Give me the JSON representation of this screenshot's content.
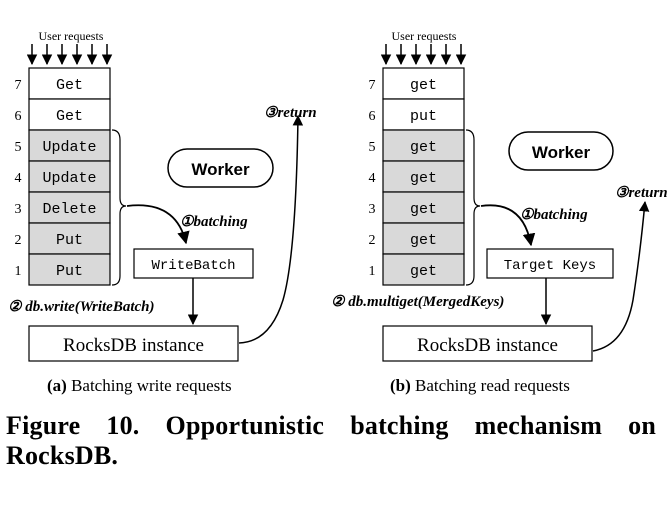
{
  "panel_a": {
    "user_requests": "User requests",
    "rows": [
      {
        "index": "7",
        "label": "Get"
      },
      {
        "index": "6",
        "label": "Get"
      },
      {
        "index": "5",
        "label": "Update"
      },
      {
        "index": "4",
        "label": "Update"
      },
      {
        "index": "3",
        "label": "Delete"
      },
      {
        "index": "2",
        "label": "Put"
      },
      {
        "index": "1",
        "label": "Put"
      }
    ],
    "worker": "Worker",
    "batching": "①batching",
    "batch_box": "WriteBatch",
    "call": "② db.write(WriteBatch)",
    "ret": "③return",
    "db": "RocksDB instance",
    "caption_tag": "(a)",
    "caption_text": "Batching write requests"
  },
  "panel_b": {
    "user_requests": "User requests",
    "rows": [
      {
        "index": "7",
        "label": "get"
      },
      {
        "index": "6",
        "label": "put"
      },
      {
        "index": "5",
        "label": "get"
      },
      {
        "index": "4",
        "label": "get"
      },
      {
        "index": "3",
        "label": "get"
      },
      {
        "index": "2",
        "label": "get"
      },
      {
        "index": "1",
        "label": "get"
      }
    ],
    "worker": "Worker",
    "batching": "①batching",
    "batch_box": "Target Keys",
    "call": "② db.multiget(MergedKeys)",
    "ret": "③return",
    "db": "RocksDB instance",
    "caption_tag": "(b)",
    "caption_text": "Batching read requests"
  },
  "figure_caption": {
    "line1": "Figure 10. Opportunistic batching mechanism on",
    "line2": "RocksDB."
  },
  "colors": {
    "batched_fill": "#d9d9d9",
    "plain_fill": "#ffffff",
    "stroke": "#000000"
  }
}
